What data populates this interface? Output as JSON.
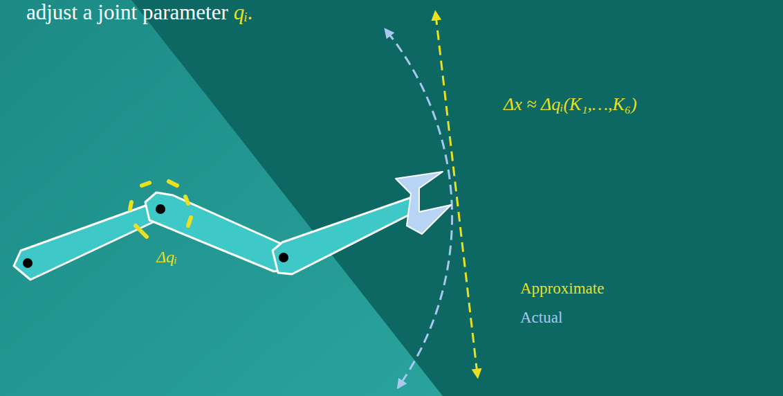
{
  "diagram": {
    "labels": [
      "adjust a joint parameter",
      "qᵢ.",
      "Δqᵢ",
      "Δx ≈ Δqᵢ(K₁,…,K₆)"
    ],
    "legend": [
      {
        "text": "Approximate"
      },
      {
        "text": "Actual"
      }
    ]
  }
}
